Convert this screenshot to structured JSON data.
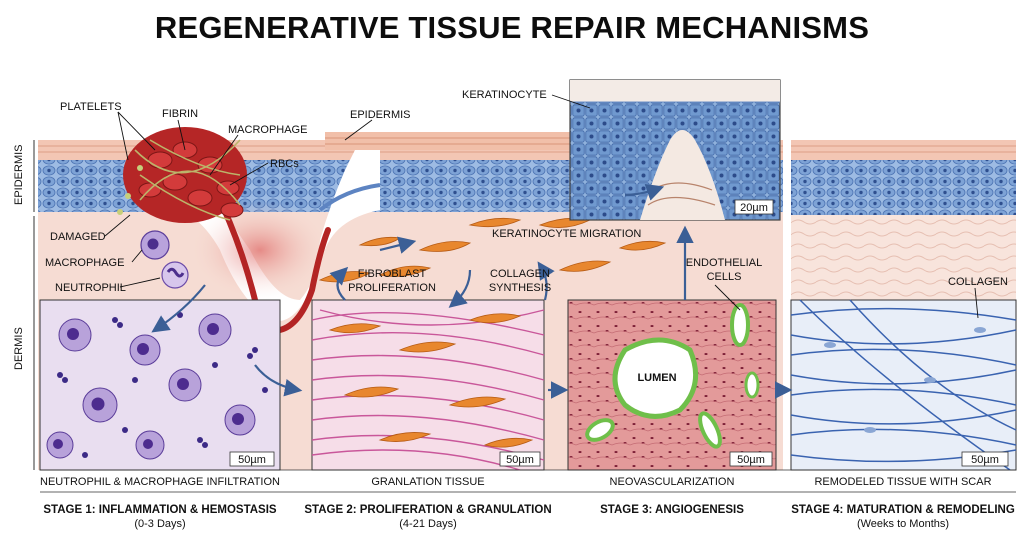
{
  "title": "REGENERATIVE TISSUE REPAIR MECHANISMS",
  "layers": {
    "epidermis_side": "EPIDERMIS",
    "dermis_side": "DERMIS"
  },
  "labels": {
    "platelets": "PLATELETS",
    "fibrin": "FIBRIN",
    "macrophage_top": "MACROPHAGE",
    "rbcs": "RBCs",
    "damaged": "DAMAGED",
    "macrophage": "MACROPHAGE",
    "neutrophil": "NEUTROPHIL",
    "epidermis_mid": "EPIDERMIS",
    "keratinocyte": "KERATINOCYTE",
    "keratinocyte_migration": "KERATINOCYTE MIGRATION",
    "fibroblast_line1": "FIBROBLAST",
    "fibroblast_line2": "PROLIFERATION",
    "collagen_synth_line1": "COLLAGEN",
    "collagen_synth_line2": "SYNTHESIS",
    "endothelial_line1": "ENDOTHELIAL",
    "endothelial_line2": "CELLS",
    "lumen": "LUMEN",
    "collagen": "COLLAGEN"
  },
  "scale_bars": {
    "s1": "50µm",
    "s2": "50µm",
    "s3": "50µm",
    "s4": "50µm",
    "inset": "20µm"
  },
  "panels": {
    "p1": "NEUTROPHIL & MACROPHAGE INFILTRATION",
    "p2": "GRANLATION TISSUE",
    "p3": "NEOVASCULARIZATION",
    "p4": "REMODELED TISSUE WITH SCAR"
  },
  "stages": [
    {
      "name": "STAGE 1: INFLAMMATION & HEMOSTASIS",
      "duration": "(0-3 Days)"
    },
    {
      "name": "STAGE 2: PROLIFERATION & GRANULATION",
      "duration": "(4-21 Days)"
    },
    {
      "name": "STAGE 3: ANGIOGENESIS",
      "duration": ""
    },
    {
      "name": "STAGE 4: MATURATION & REMODELING",
      "duration": "(Weeks to Months)"
    }
  ],
  "colors": {
    "epidermis": "#8fb3de",
    "dermis": "#f6dcd3",
    "blood": "#c42a2a",
    "fibroblast": "#e8872e",
    "collagen_pink": "#c9579a",
    "collagen_blue": "#3a63b0",
    "endothelial": "#6fbf4a"
  }
}
